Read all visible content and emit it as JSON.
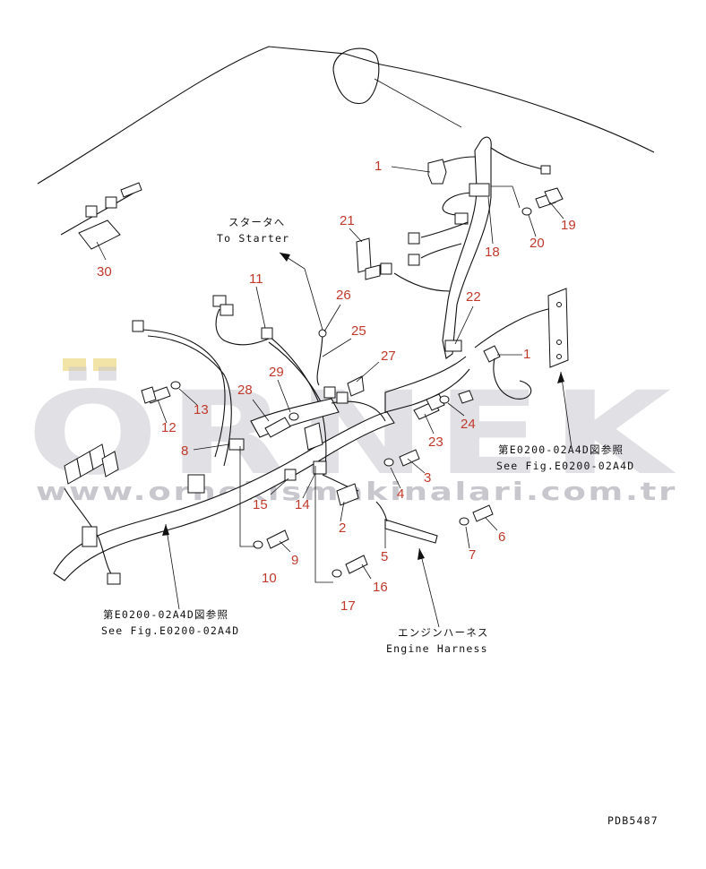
{
  "watermark": {
    "brand": "ÖRNEK",
    "url": "www.ornekismakinalari.com.tr",
    "color": "#c9c9cf",
    "accent": "#f2e3a6"
  },
  "drawing_code": "PDB5487",
  "callout_color": "#c0392b",
  "notes": {
    "starter_jp": "スタータへ",
    "starter_en": "To Starter",
    "ref_right_jp": "第E0200-02A4D図参照",
    "ref_right_en": "See Fig.E0200-02A4D",
    "ref_left_jp": "第E0200-02A4D図参照",
    "ref_left_en": "See Fig.E0200-02A4D",
    "engine_jp": "エンジンハーネス",
    "engine_en": "Engine Harness"
  },
  "callouts": [
    {
      "id": "c1a",
      "label": "1"
    },
    {
      "id": "c1b",
      "label": "1"
    },
    {
      "id": "c2",
      "label": "2"
    },
    {
      "id": "c3",
      "label": "3"
    },
    {
      "id": "c4",
      "label": "4"
    },
    {
      "id": "c5",
      "label": "5"
    },
    {
      "id": "c6",
      "label": "6"
    },
    {
      "id": "c7",
      "label": "7"
    },
    {
      "id": "c8",
      "label": "8"
    },
    {
      "id": "c9",
      "label": "9"
    },
    {
      "id": "c10",
      "label": "10"
    },
    {
      "id": "c11",
      "label": "11"
    },
    {
      "id": "c12",
      "label": "12"
    },
    {
      "id": "c13",
      "label": "13"
    },
    {
      "id": "c14",
      "label": "14"
    },
    {
      "id": "c15",
      "label": "15"
    },
    {
      "id": "c16",
      "label": "16"
    },
    {
      "id": "c17",
      "label": "17"
    },
    {
      "id": "c18",
      "label": "18"
    },
    {
      "id": "c19",
      "label": "19"
    },
    {
      "id": "c20",
      "label": "20"
    },
    {
      "id": "c21",
      "label": "21"
    },
    {
      "id": "c22",
      "label": "22"
    },
    {
      "id": "c23",
      "label": "23"
    },
    {
      "id": "c24",
      "label": "24"
    },
    {
      "id": "c25",
      "label": "25"
    },
    {
      "id": "c26",
      "label": "26"
    },
    {
      "id": "c27",
      "label": "27"
    },
    {
      "id": "c28",
      "label": "28"
    },
    {
      "id": "c29",
      "label": "29"
    },
    {
      "id": "c30",
      "label": "30"
    }
  ]
}
